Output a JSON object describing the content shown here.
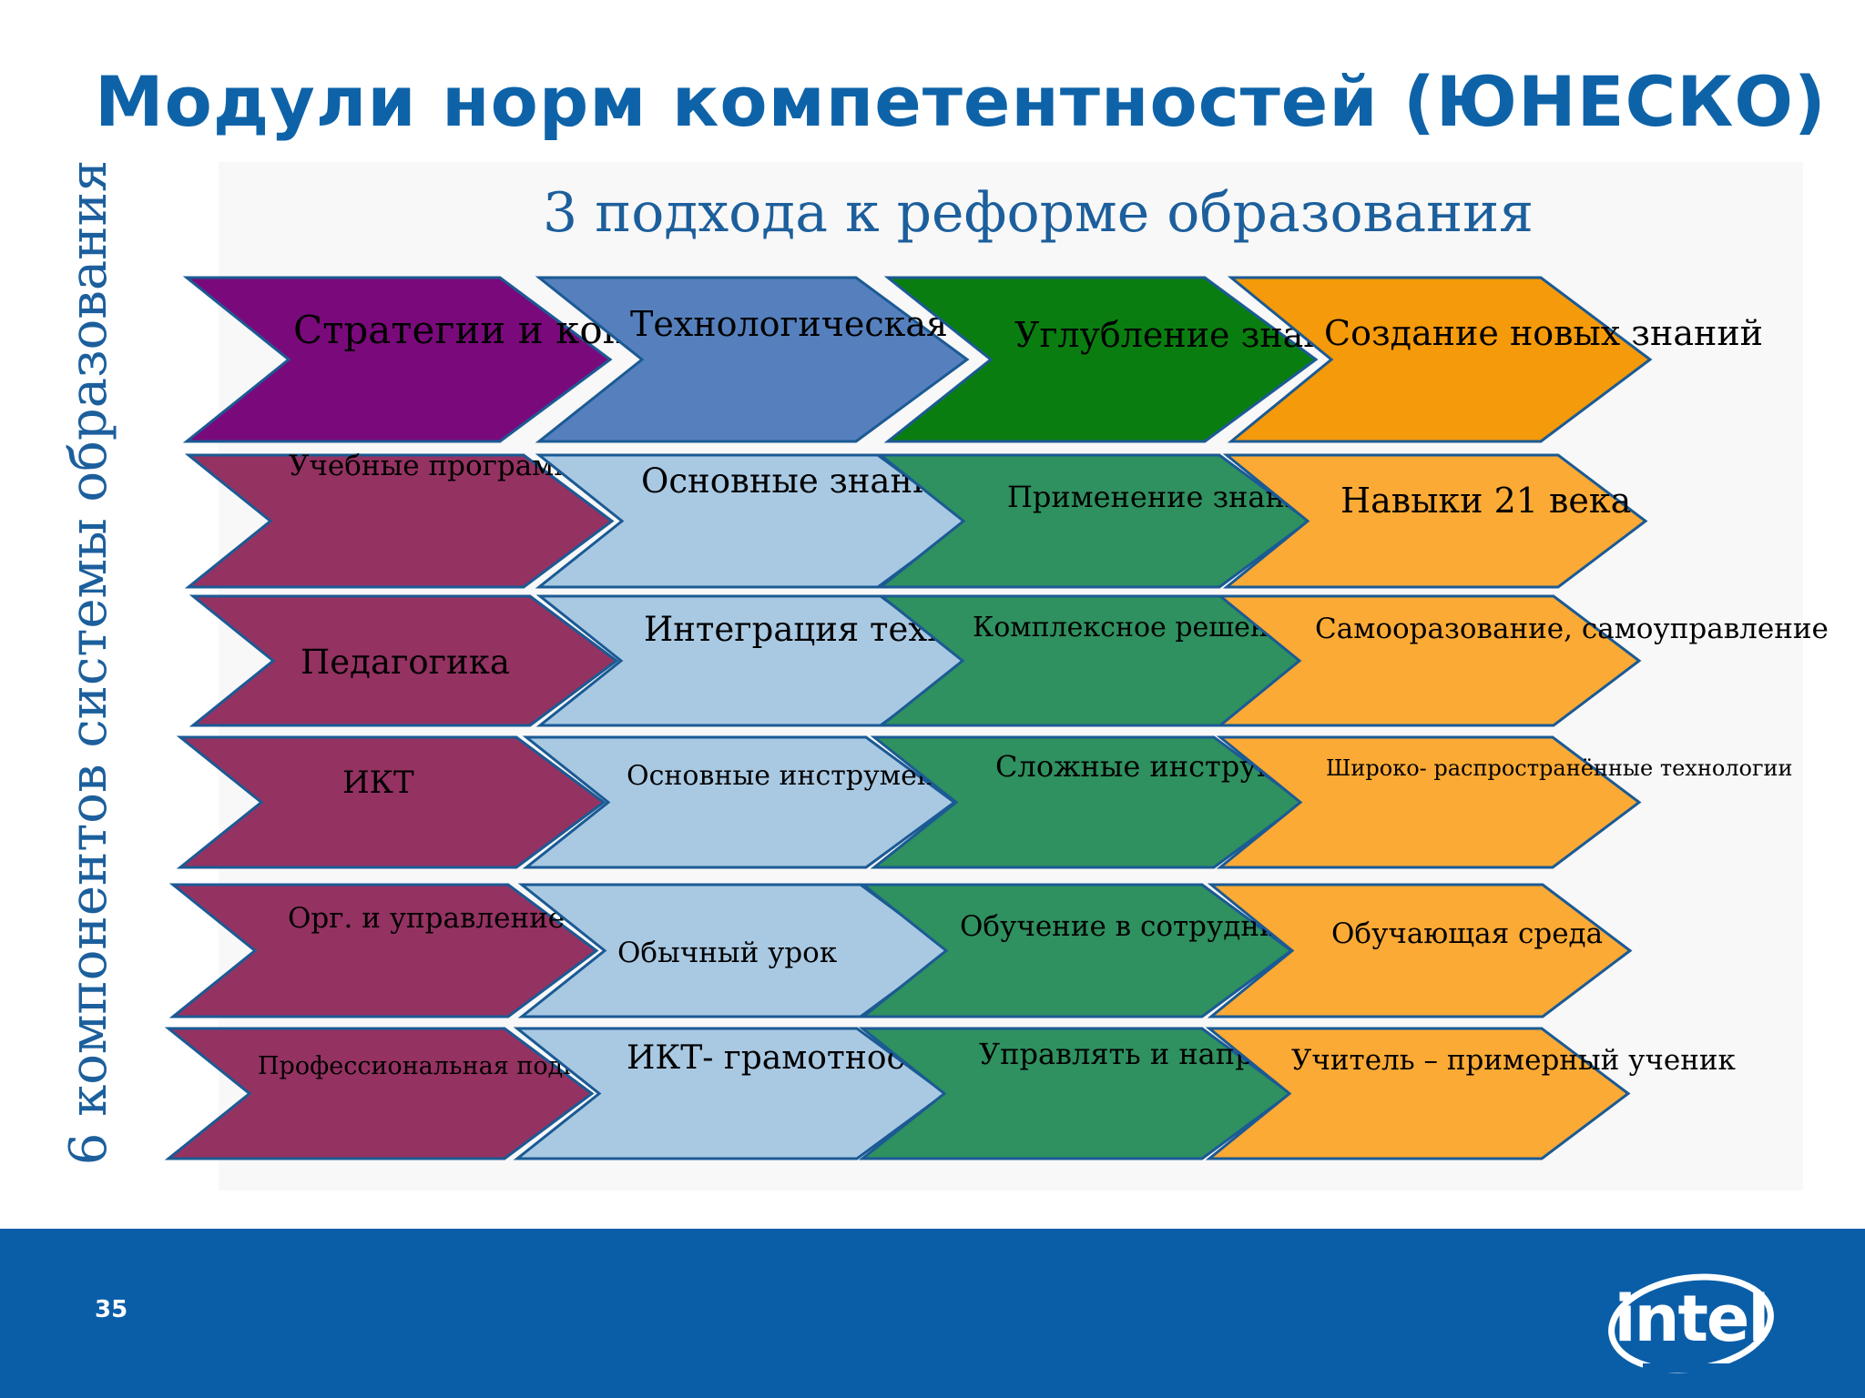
{
  "title": "Модули норм компетентностей (ЮНЕСКО)",
  "subtitle": "3 подхода к реформе образования",
  "side_label": "6 компонентов системы образования",
  "slide_number": "35",
  "logo_text": "intel",
  "colors": {
    "title": "#0e63a8",
    "footer": "#0a5ea8",
    "header_purple": "#7a0a7c",
    "header_blue": "#5580bd",
    "header_green": "#0a7d10",
    "header_orange": "#f59a0a",
    "row_purple": "#943262",
    "row_light_blue": "#a9c9e3",
    "row_green": "#2f9060",
    "row_orange": "#fbaa35",
    "outline": "#1b5a94"
  },
  "header_row": [
    "Стратегии и\nконцепции",
    "Технологическая\nграмотность",
    "Углубление\nзнаний",
    "Создание\nновых знаний"
  ],
  "rows": [
    [
      "Учебные\nпрограммы и\nоценивание",
      "Основные\nзнания",
      "Применение\nзнаний",
      "Навыки 21\nвека"
    ],
    [
      "Педагогика",
      "Интеграция\nтехнологий",
      "Комплексное\nрешение  проблем",
      "Самооразование,\nсамоуправление"
    ],
    [
      "ИКТ",
      "Основные\nинструменты",
      "Сложные\nинструменты",
      "Широко-\nраспространённые\nтехнологии"
    ],
    [
      "Орг. и\nуправление",
      "Обычный  урок",
      "Обучение в\nсотрудничестве\n(в группах)",
      "Обучающая\nсреда"
    ],
    [
      "Профессиональная\nподготовка учителей",
      "ИКТ-\nграмотность",
      "Управлять и\nнаправлять",
      "Учитель –\nпримерный  ученик"
    ]
  ]
}
